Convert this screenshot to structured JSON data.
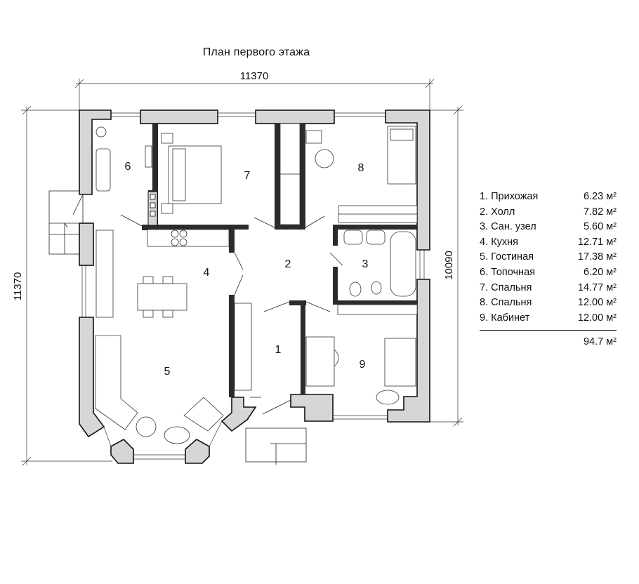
{
  "title": "План первого этажа",
  "dimensions": {
    "top": "11370",
    "left": "11370",
    "right": "10090"
  },
  "room_labels": [
    "1",
    "2",
    "3",
    "4",
    "5",
    "6",
    "7",
    "8",
    "9"
  ],
  "legend": [
    {
      "name": "1. Прихожая",
      "area": "6.23 м²"
    },
    {
      "name": "2. Холл",
      "area": "7.82 м²"
    },
    {
      "name": "3. Сан. узел",
      "area": "5.60 м²"
    },
    {
      "name": "4. Кухня",
      "area": "12.71 м²"
    },
    {
      "name": "5. Гостиная",
      "area": "17.38 м²"
    },
    {
      "name": "6. Топочная",
      "area": "6.20 м²"
    },
    {
      "name": "7. Спальня",
      "area": "14.77 м²"
    },
    {
      "name": "8. Спальня",
      "area": "12.00 м²"
    },
    {
      "name": "9. Кабинет",
      "area": "12.00 м²"
    }
  ],
  "total": "94.7 м²"
}
